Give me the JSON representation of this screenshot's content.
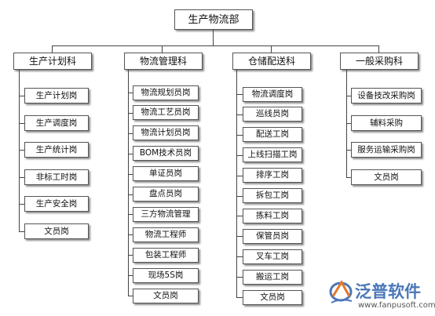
{
  "root": {
    "label": "生产物流部"
  },
  "departments": [
    {
      "label": "生产计划科",
      "roles": [
        "生产计划岗",
        "生产调度岗",
        "生产统计岗",
        "非标工时岗",
        "生产安全岗",
        "文员岗"
      ]
    },
    {
      "label": "物流管理科",
      "roles": [
        "物流规划员岗",
        "物流工艺员岗",
        "物流计划员岗",
        "BOM技术员岗",
        "单证员岗",
        "盘点员岗",
        "三方物流管理",
        "物流工程师",
        "包装工程师",
        "现场5S岗",
        "文员岗"
      ]
    },
    {
      "label": "仓储配送科",
      "roles": [
        "物流调度岗",
        "巡线员岗",
        "配送工岗",
        "上线扫描工岗",
        "排序工岗",
        "拆包工岗",
        "拣料工岗",
        "保管员岗",
        "叉车工岗",
        "搬运工岗",
        "文员岗"
      ]
    },
    {
      "label": "一般采购科",
      "roles": [
        "设备技改采购岗",
        "辅料采购",
        "服务运输采购岗",
        "文员岗"
      ]
    }
  ],
  "watermark": {
    "name": "泛普软件",
    "url": "www.fanpusoft.com",
    "logo_colors": [
      "#4a77b8",
      "#e07a2a"
    ]
  }
}
